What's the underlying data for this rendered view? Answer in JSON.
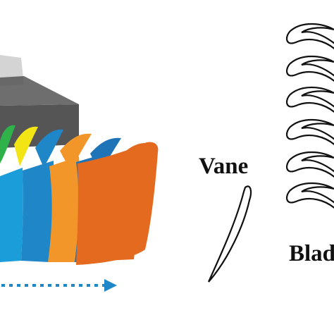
{
  "labels": {
    "vane": "Vane",
    "blade": "Blad"
  },
  "colors": {
    "background": "#ffffff",
    "housing_light": "#d4d4d4",
    "housing_dark": "#555555",
    "arrow": "#1f86c8",
    "outline": "#111111",
    "vanes": [
      "#1a9dd9",
      "#2fb24a",
      "#f3e416",
      "#1f86c8",
      "#f2962a",
      "#1f74b8",
      "#e36a1f"
    ]
  },
  "icons": {
    "flow_arrow": "dotted-right-arrow"
  }
}
